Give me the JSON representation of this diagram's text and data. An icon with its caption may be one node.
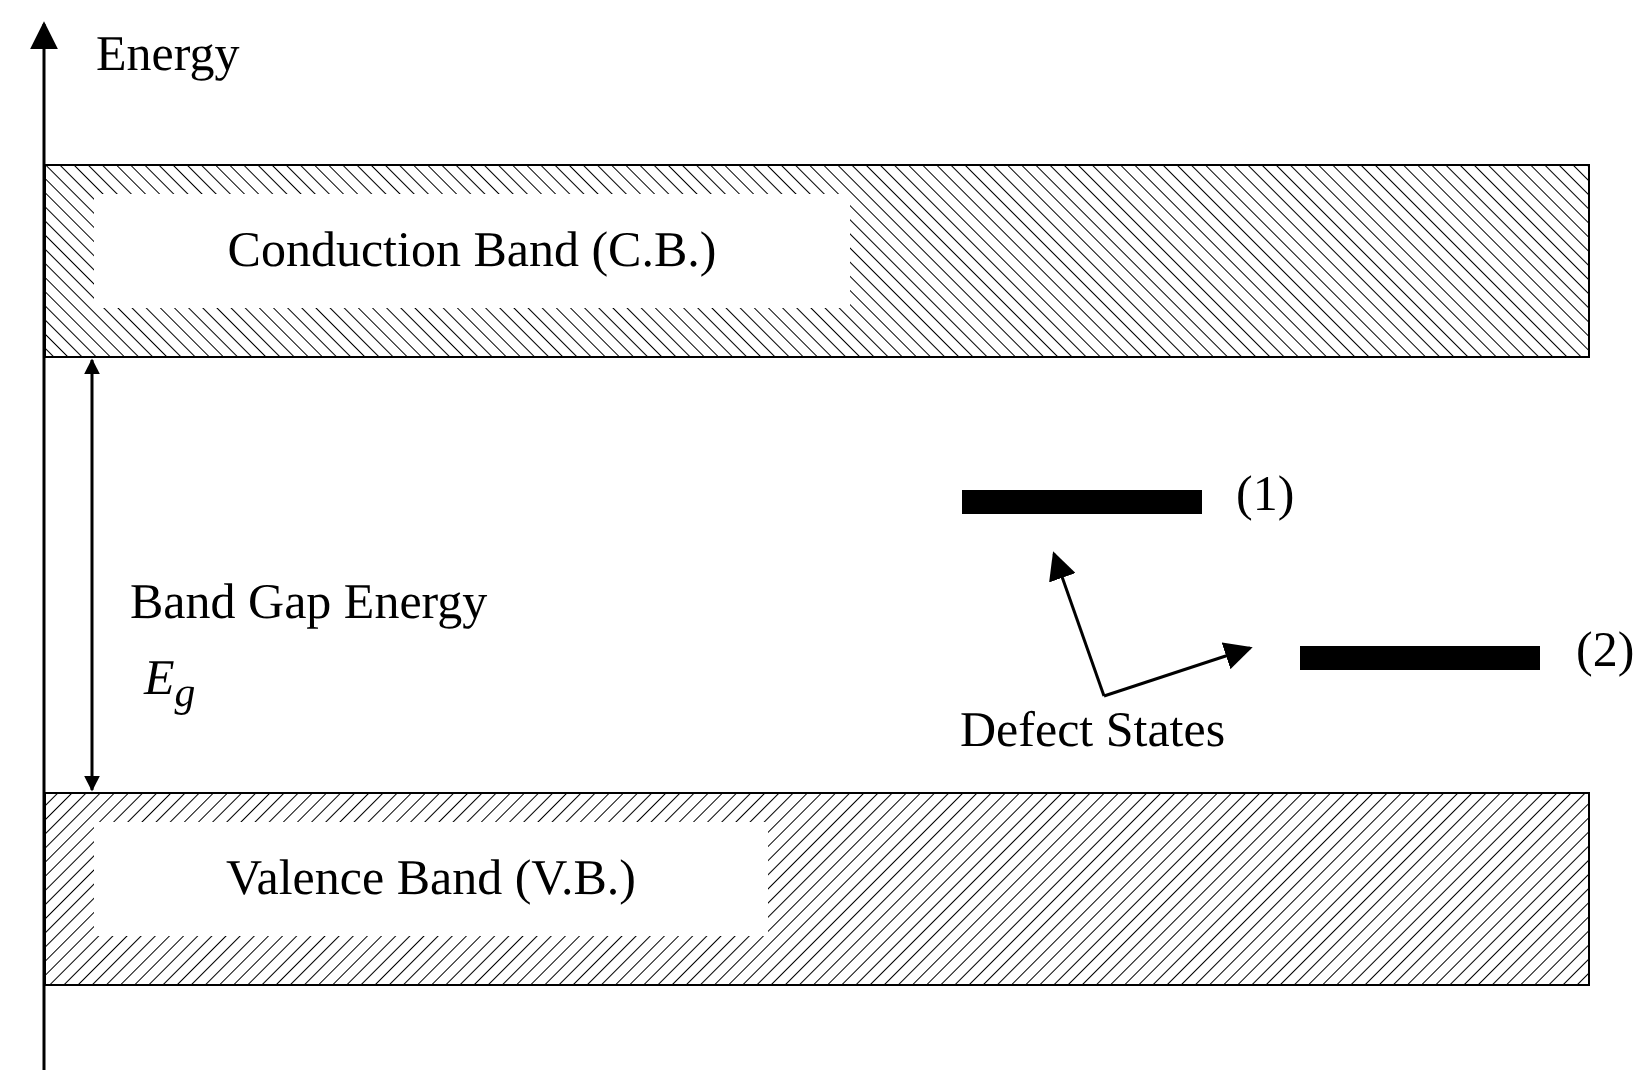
{
  "diagram": {
    "nodes": [
      {
        "text": [
          "Conduction Band (C.B.)"
        ]
      },
      {
        "text": [
          "Valence Band (V.B.)"
        ]
      },
      {
        "text": [],
        "shape": "bar",
        "beside": [
          "(1)"
        ]
      },
      {
        "text": [],
        "shape": "bar",
        "beside": [
          "(2)"
        ]
      },
      {
        "text": [
          "Defect States"
        ]
      }
    ],
    "edges": [
      {
        "from": 0,
        "to": 1,
        "arrow": "both"
      },
      {
        "from": 4,
        "to": 2,
        "arrow": "to"
      },
      {
        "from": 4,
        "to": 3,
        "arrow": "to"
      }
    ],
    "labels": [
      "Energy",
      "Band Gap Energy",
      "E$_{g}$"
    ]
  }
}
